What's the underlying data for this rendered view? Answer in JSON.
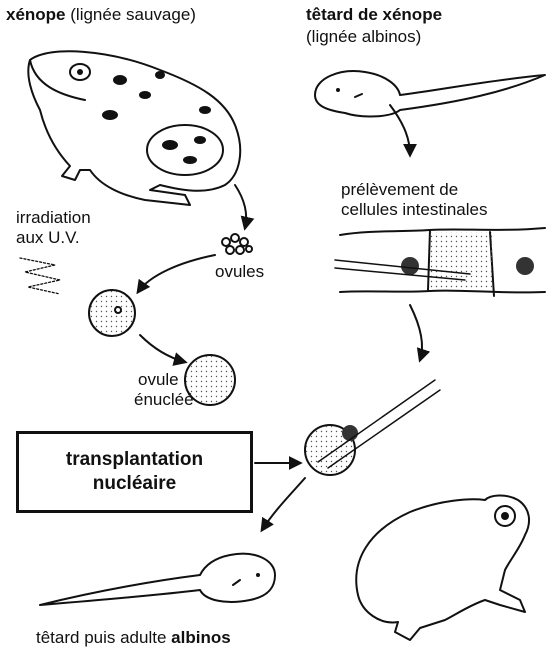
{
  "labels": {
    "xenope_name": "xénope",
    "xenope_lineage": "(lignée sauvage)",
    "tadpole_title": "têtard de xénope",
    "tadpole_lineage": "(lignée albinos)",
    "sampling_line1": "prélèvement de",
    "sampling_line2": "cellules intestinales",
    "irradiation_line1": "irradiation",
    "irradiation_line2": "aux U.V.",
    "ovules": "ovules",
    "enucleated_line1": "ovule",
    "enucleated_line2": "énucléé",
    "transplant_line1": "transplantation",
    "transplant_line2": "nucléaire",
    "result_prefix": "têtard puis adulte",
    "result_bold": "albinos"
  },
  "colors": {
    "ink": "#111111",
    "paper": "#ffffff",
    "stipple": "#555555"
  }
}
